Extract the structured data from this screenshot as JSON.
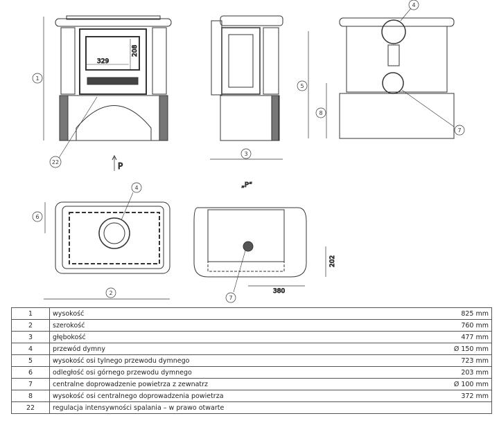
{
  "drawing": {
    "callouts": {
      "front_height": "1",
      "regulation": "22",
      "side_depth": "3",
      "back_flue": "4",
      "back_flue_height": "5",
      "air_height": "8",
      "air_inlet": "7",
      "top_flue": "4",
      "top_flue_distance": "6",
      "top_width": "2",
      "section_air": "7"
    },
    "dimensions": {
      "glass_width": "329",
      "glass_height": "208",
      "section_height": "202",
      "section_width": "380"
    },
    "view_arrow_label": "P",
    "view_label": "„P“"
  },
  "table": {
    "rows": [
      {
        "no": "1",
        "desc": "wysokość",
        "value": "825 mm"
      },
      {
        "no": "2",
        "desc": "szerokość",
        "value": "760 mm"
      },
      {
        "no": "3",
        "desc": "głębokość",
        "value": "477 mm"
      },
      {
        "no": "4",
        "desc": "przewód dymny",
        "value": "Ø 150 mm"
      },
      {
        "no": "5",
        "desc": "wysokość osi tylnego przewodu dymnego",
        "value": "723 mm"
      },
      {
        "no": "6",
        "desc": "odległość osi górnego przewodu dymnego",
        "value": "203 mm"
      },
      {
        "no": "7",
        "desc": "centralne doprowadzenie powietrza z zewnatrz",
        "value": "Ø 100 mm"
      },
      {
        "no": "8",
        "desc": "wysokość osi centralnego doprowadzenia powietrza",
        "value": "372 mm"
      },
      {
        "no": "22",
        "desc": "regulacja intensywności spalania – w prawo otwarte",
        "value": ""
      }
    ]
  }
}
